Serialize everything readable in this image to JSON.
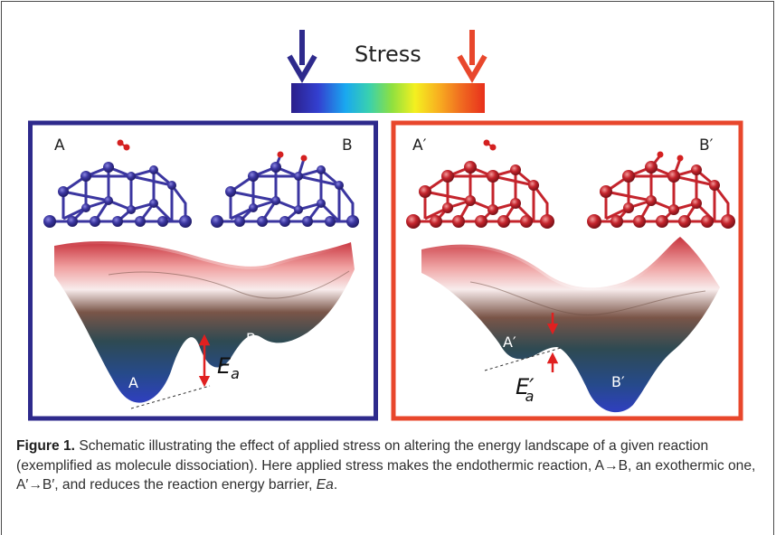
{
  "header": {
    "stress_label": "Stress"
  },
  "colors": {
    "low_stress": "#2e2a8c",
    "high_stress": "#e8472c",
    "low_atoms": "#3b36a0",
    "high_atoms": "#c4242c",
    "arrows": "#e02020"
  },
  "panels": {
    "left": {
      "initial_label": "A",
      "final_label": "B",
      "well_initial": "A",
      "well_final": "B",
      "barrier_base": "E",
      "barrier_sub": "a",
      "barrier_prime": ""
    },
    "right": {
      "initial_label": "A′",
      "final_label": "B′",
      "well_initial": "A′",
      "well_final": "B′",
      "barrier_base": "E",
      "barrier_sub": "a",
      "barrier_prime": "′"
    }
  },
  "caption": {
    "label": "Figure 1.",
    "text": " Schematic illustrating the effect of applied stress on altering the energy landscape of a given reaction (exemplified as molecule dissociation). Here applied stress makes the endothermic reaction, A→B, an exothermic one, A′→B′, and reduces the reaction energy barrier, ",
    "ea": "Ea",
    "end": "."
  }
}
